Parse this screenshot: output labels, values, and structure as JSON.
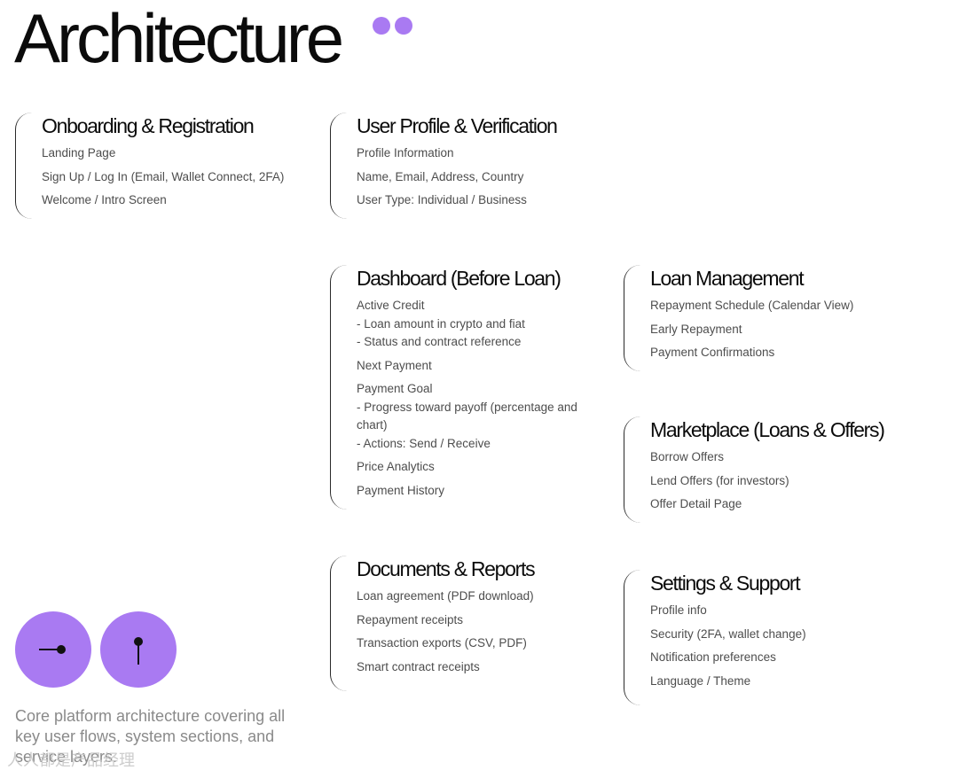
{
  "page_title": "Architecture",
  "accent_color": "#a97af2",
  "sections": {
    "onboarding": {
      "title": "Onboarding & Registration",
      "items": [
        "Landing Page",
        "Sign Up / Log In (Email, Wallet Connect, 2FA)",
        "Welcome / Intro Screen"
      ]
    },
    "profile": {
      "title": "User Profile & Verification",
      "items": [
        "Profile Information",
        "Name, Email, Address, Country",
        "User Type: Individual / Business"
      ]
    },
    "dashboard": {
      "title": "Dashboard (Before Loan)",
      "items": [
        "Active Credit",
        "- Loan amount in crypto and fiat",
        "- Status and contract reference",
        "Next Payment",
        "Payment Goal",
        "- Progress toward payoff (percentage and chart)",
        "- Actions: Send / Receive",
        "Price Analytics",
        "Payment History"
      ]
    },
    "loan_management": {
      "title": "Loan Management",
      "items": [
        "Repayment Schedule (Calendar View)",
        "Early Repayment",
        "Payment Confirmations"
      ]
    },
    "marketplace": {
      "title": "Marketplace (Loans & Offers)",
      "items": [
        "Borrow Offers",
        "Lend Offers (for investors)",
        "Offer Detail Page"
      ]
    },
    "documents": {
      "title": "Documents & Reports",
      "items": [
        "Loan agreement (PDF download)",
        "Repayment receipts",
        "Transaction exports (CSV, PDF)",
        "Smart contract receipts"
      ]
    },
    "settings": {
      "title": "Settings & Support",
      "items": [
        "Profile info",
        "Security (2FA, wallet change)",
        "Notification preferences",
        "Language / Theme"
      ]
    }
  },
  "description": "Core platform architecture covering all key user flows, system sections, and service layers.",
  "watermark": "人人都是产品经理"
}
